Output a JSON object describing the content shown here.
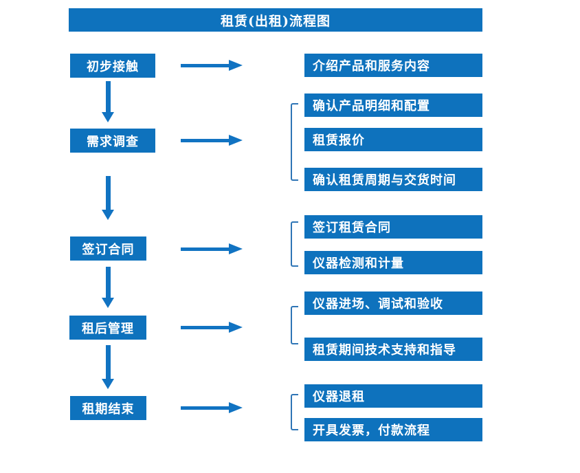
{
  "title": "租赁(出租)流程图",
  "colors": {
    "box_blue": "#0e72bd",
    "arrow_blue": "#1173c2",
    "bracket_blue": "#2e75b6",
    "text_white": "#ffffff"
  },
  "steps": [
    {
      "label": "初步接触",
      "outputs": [
        "介绍产品和服务内容"
      ]
    },
    {
      "label": "需求调查",
      "outputs": [
        "确认产品明细和配置",
        "租赁报价",
        "确认租赁周期与交货时间"
      ]
    },
    {
      "label": "签订合同",
      "outputs": [
        "签订租赁合同",
        "仪器检测和计量"
      ]
    },
    {
      "label": "租后管理",
      "outputs": [
        "仪器进场、调试和验收",
        "租赁期间技术支持和指导"
      ]
    },
    {
      "label": "租期结束",
      "outputs": [
        "仪器退租",
        "开具发票，付款流程"
      ]
    }
  ]
}
